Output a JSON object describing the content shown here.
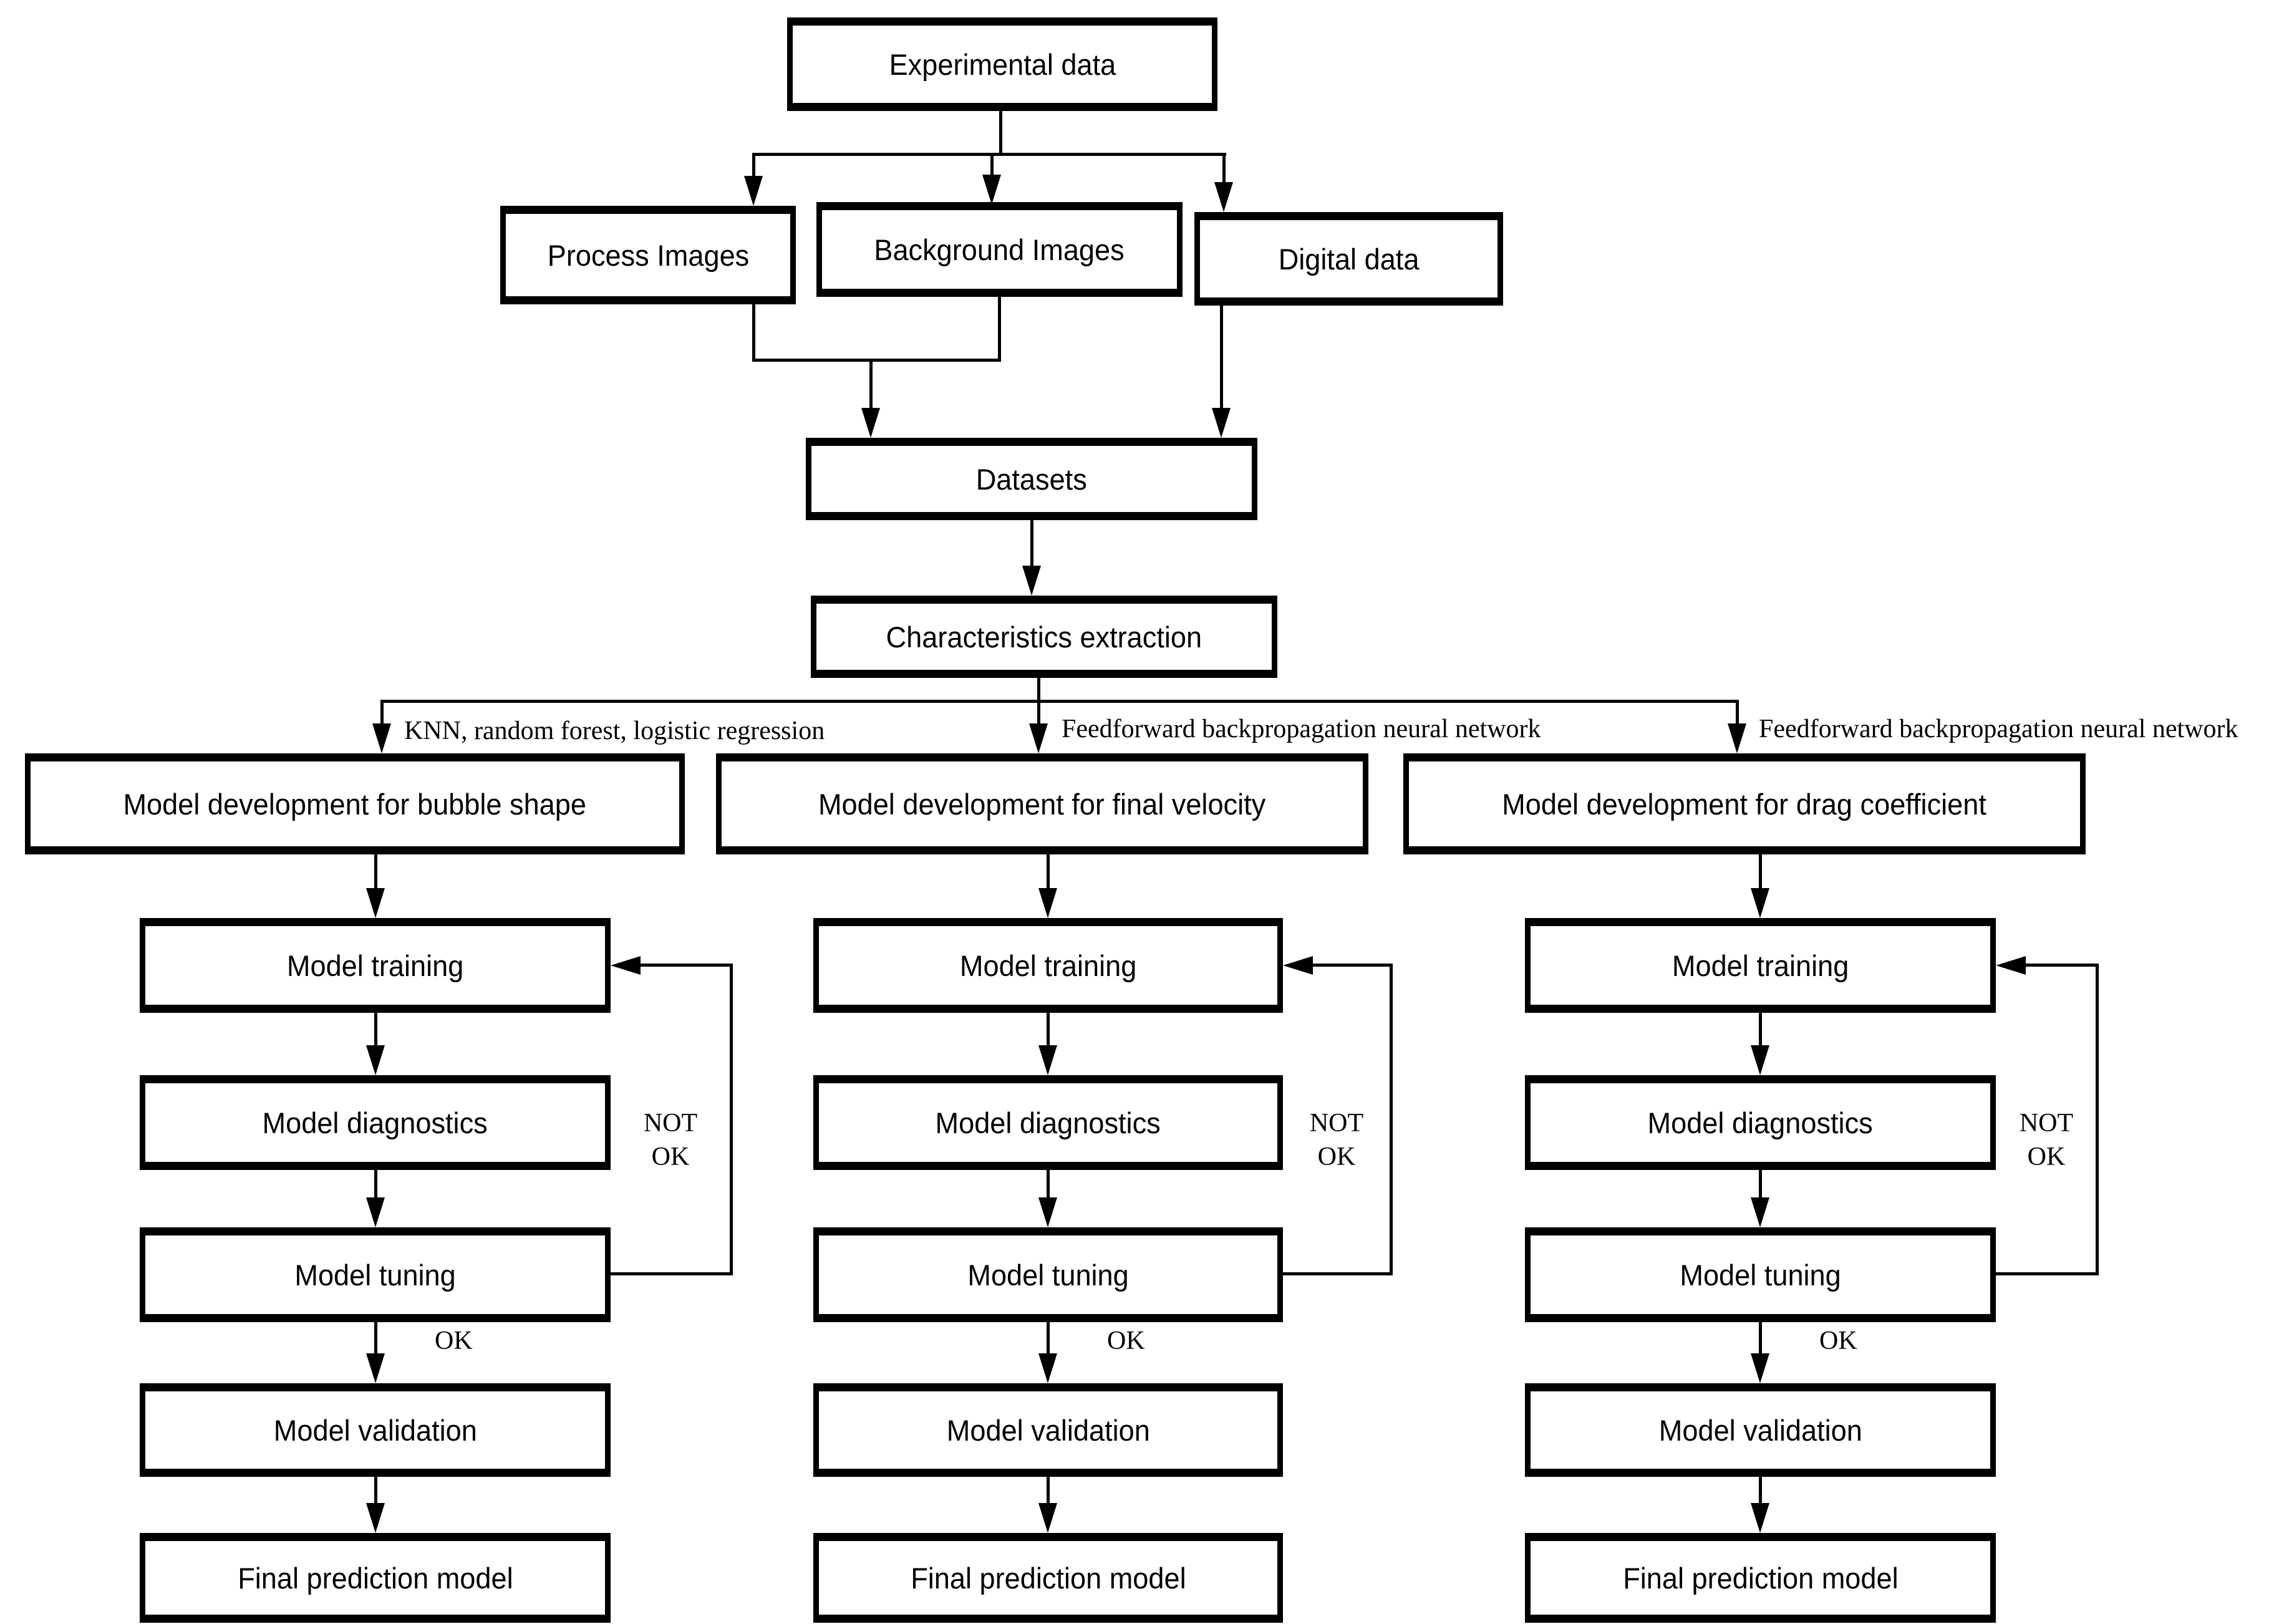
{
  "flowchart": {
    "nodes": {
      "experimental": "Experimental data",
      "process_images": "Process Images",
      "background_images": "Background Images",
      "digital_data": "Digital data",
      "datasets": "Datasets",
      "characteristics": "Characteristics extraction"
    },
    "branch_labels": {
      "bubble_shape": "KNN, random forest, logistic regression",
      "final_velocity": "Feedforward backpropagation neural network",
      "drag_coefficient": "Feedforward backpropagation neural network"
    },
    "columns": [
      {
        "id": "bubble-shape",
        "development": "Model development for bubble shape",
        "training": "Model training",
        "diagnostics": "Model diagnostics",
        "tuning": "Model tuning",
        "validation": "Model validation",
        "final": "Final prediction model",
        "not_ok_line1": "NOT",
        "not_ok_line2": "OK",
        "ok": "OK"
      },
      {
        "id": "final-velocity",
        "development": "Model development for final velocity",
        "training": "Model training",
        "diagnostics": "Model diagnostics",
        "tuning": "Model tuning",
        "validation": "Model validation",
        "final": "Final prediction model",
        "not_ok_line1": "NOT",
        "not_ok_line2": "OK",
        "ok": "OK"
      },
      {
        "id": "drag-coefficient",
        "development": "Model development for drag coefficient",
        "training": "Model training",
        "diagnostics": "Model diagnostics",
        "tuning": "Model tuning",
        "validation": "Model validation",
        "final": "Final prediction model",
        "not_ok_line1": "NOT",
        "not_ok_line2": "OK",
        "ok": "OK"
      }
    ],
    "colors": {
      "line": "#000000",
      "box_border": "#000000",
      "box_background": "#ffffff",
      "text": "#000000",
      "page_background": "#ffffff"
    }
  }
}
